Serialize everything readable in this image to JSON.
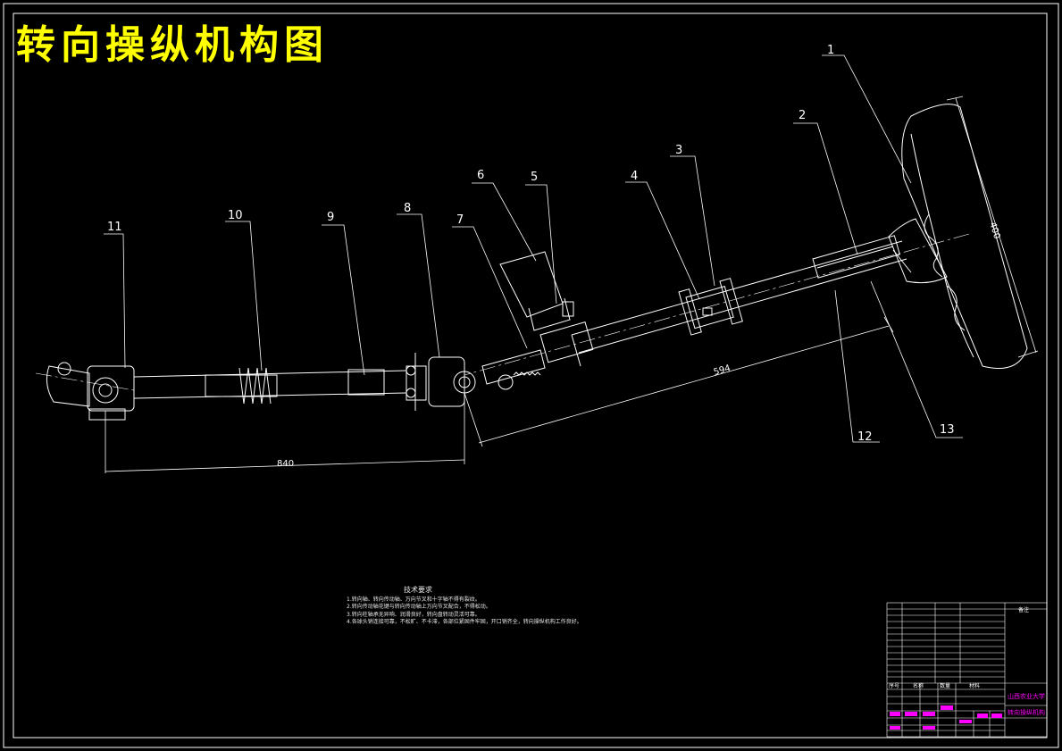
{
  "title": "转向操纵机构图",
  "part_labels": [
    "1",
    "2",
    "3",
    "4",
    "5",
    "6",
    "7",
    "8",
    "9",
    "10",
    "11",
    "12",
    "13"
  ],
  "dimensions": {
    "length_840": "840",
    "length_594": "594",
    "diameter_400": "400"
  },
  "tech_notes": {
    "heading": "技术要求",
    "lines": [
      "1.转向轴、转向传动轴、万向节叉和十字轴不得有裂纹。",
      "2.转向传动轴花键与转向传动轴上万向节叉配合，不得松动。",
      "3.转向柱轴承无异响、润滑良好，转向盘转动灵活可靠。",
      "4.各球头销连接可靠，不松旷、不卡滞，各部位紧固件牢固，开口销齐全，转向操纵机构工作良好。"
    ]
  },
  "title_block": {
    "school": "山西农业大学",
    "drawing_name": "转向操纵机构",
    "header_cells": [
      "序号",
      "名称",
      "数量",
      "材料",
      "备注"
    ]
  },
  "colors": {
    "background": "#000000",
    "line": "#ffffff",
    "title": "#ffff00",
    "title_block_accent": "#ff00ff"
  }
}
